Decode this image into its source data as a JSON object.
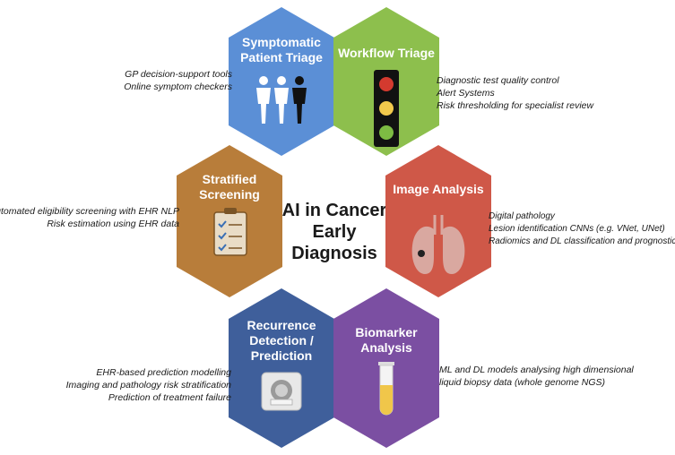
{
  "center": {
    "line1": "AI in Cancer",
    "line2": "Early",
    "line3": "Diagnosis"
  },
  "colors": {
    "symptomatic": "#5b8fd6",
    "workflow": "#8dbf4d",
    "stratified": "#b87d3a",
    "image": "#cf5848",
    "recurrence": "#3f5f9b",
    "biomarker": "#7b4fa2"
  },
  "hexes": {
    "symptomatic": {
      "title1": "Symptomatic",
      "title2": "Patient Triage",
      "icon": "people-icon"
    },
    "workflow": {
      "title1": "Workflow Triage",
      "icon": "traffic-light-icon"
    },
    "stratified": {
      "title1": "Stratified",
      "title2": "Screening",
      "icon": "clipboard-checklist-icon"
    },
    "image": {
      "title1": "Image Analysis",
      "icon": "lungs-icon"
    },
    "recurrence": {
      "title1": "Recurrence",
      "title2": "Detection /",
      "title3": "Prediction",
      "icon": "ct-scanner-icon"
    },
    "biomarker": {
      "title1": "Biomarker",
      "title2": "Analysis",
      "icon": "test-tube-icon"
    }
  },
  "annotations": {
    "symptomatic": [
      "GP decision-support tools",
      "Online symptom checkers"
    ],
    "workflow": [
      "Diagnostic test quality control",
      "Alert Systems",
      "Risk thresholding for specialist review"
    ],
    "stratified": [
      "Automated eligibility screening with EHR NLP",
      "Risk estimation using EHR data"
    ],
    "image": [
      "Digital pathology",
      "Lesion identification CNNs (e.g. VNet, UNet)",
      "Radiomics and DL classification and prognostication"
    ],
    "recurrence": [
      "EHR-based prediction modelling",
      "Imaging and pathology risk stratification",
      "Prediction of treatment failure"
    ],
    "biomarker": [
      "ML and DL models analysing high dimensional",
      "liquid biopsy data (whole genome NGS)"
    ]
  }
}
